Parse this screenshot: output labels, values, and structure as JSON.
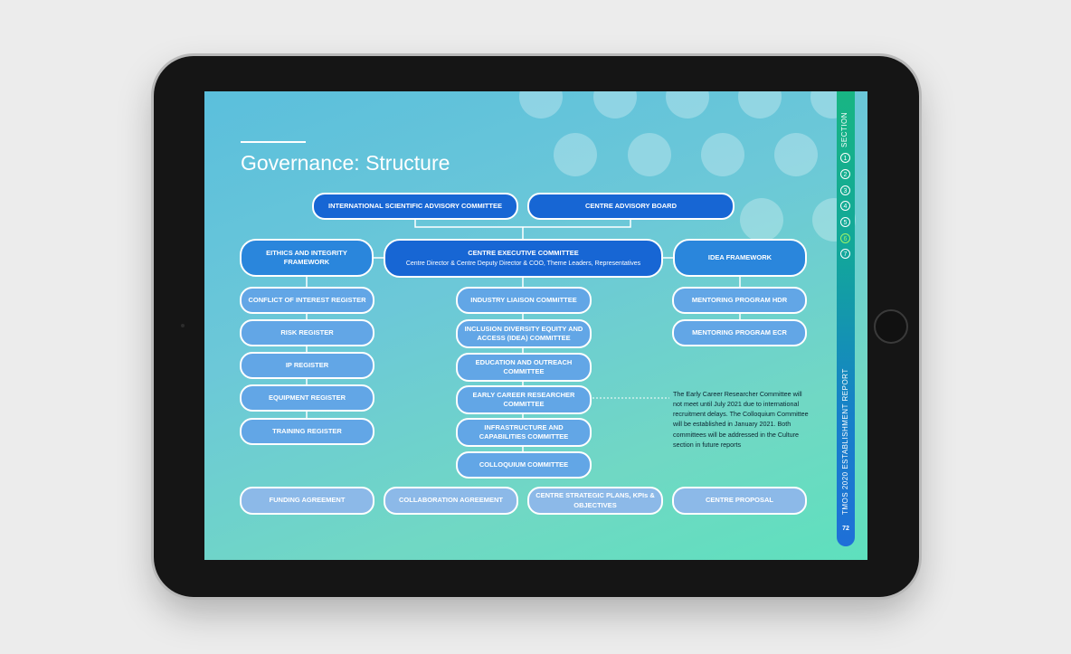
{
  "title": "Governance: Structure",
  "sidebar": {
    "section_label": "SECTION",
    "sections": [
      "1",
      "2",
      "3",
      "4",
      "5",
      "6",
      "7"
    ],
    "active_section": "6",
    "report_label": "TMOS 2020 ESTABLISHMENT REPORT",
    "page_number": "72"
  },
  "org": {
    "isac": "INTERNATIONAL SCIENTIFIC ADVISORY COMMITTEE",
    "cab": "CENTRE ADVISORY BOARD",
    "ethics": "EITHICS AND INTEGRITY FRAMEWORK",
    "exec_title": "CENTRE EXECUTIVE COMMITTEE",
    "exec_sub": "Centre Director & Centre Deputy Director & COO, Theme Leaders, Representatives",
    "idea": "IDEA FRAMEWORK",
    "left": [
      "CONFLICT OF INTEREST REGISTER",
      "RISK REGISTER",
      "IP REGISTER",
      "EQUIPMENT REGISTER",
      "TRAINING REGISTER"
    ],
    "center": [
      "INDUSTRY LIAISON COMMITTEE",
      "INCLUSION DIVERSITY EQUITY AND ACCESS (IDEA) COMMITTEE",
      "EDUCATION AND OUTREACH COMMITTEE",
      "EARLY CAREER RESEARCHER COMMITTEE",
      "INFRASTRUCTURE AND CAPABILITIES COMMITTEE",
      "COLLOQUIUM COMMITTEE"
    ],
    "right": [
      "MENTORING PROGRAM HDR",
      "MENTORING PROGRAM ECR"
    ],
    "bottom": [
      "FUNDING AGREEMENT",
      "COLLABORATION AGREEMENT",
      "CENTRE STRATEGIC PLANS, KPIs & OBJECTIVES",
      "CENTRE PROPOSAL"
    ]
  },
  "note": "The Early Career Researcher Committee will not meet until July 2021 due to international recruitment delays. The Colloquium Committee will be established in January 2021. Both committees will be addressed in the Culture section in future reports"
}
